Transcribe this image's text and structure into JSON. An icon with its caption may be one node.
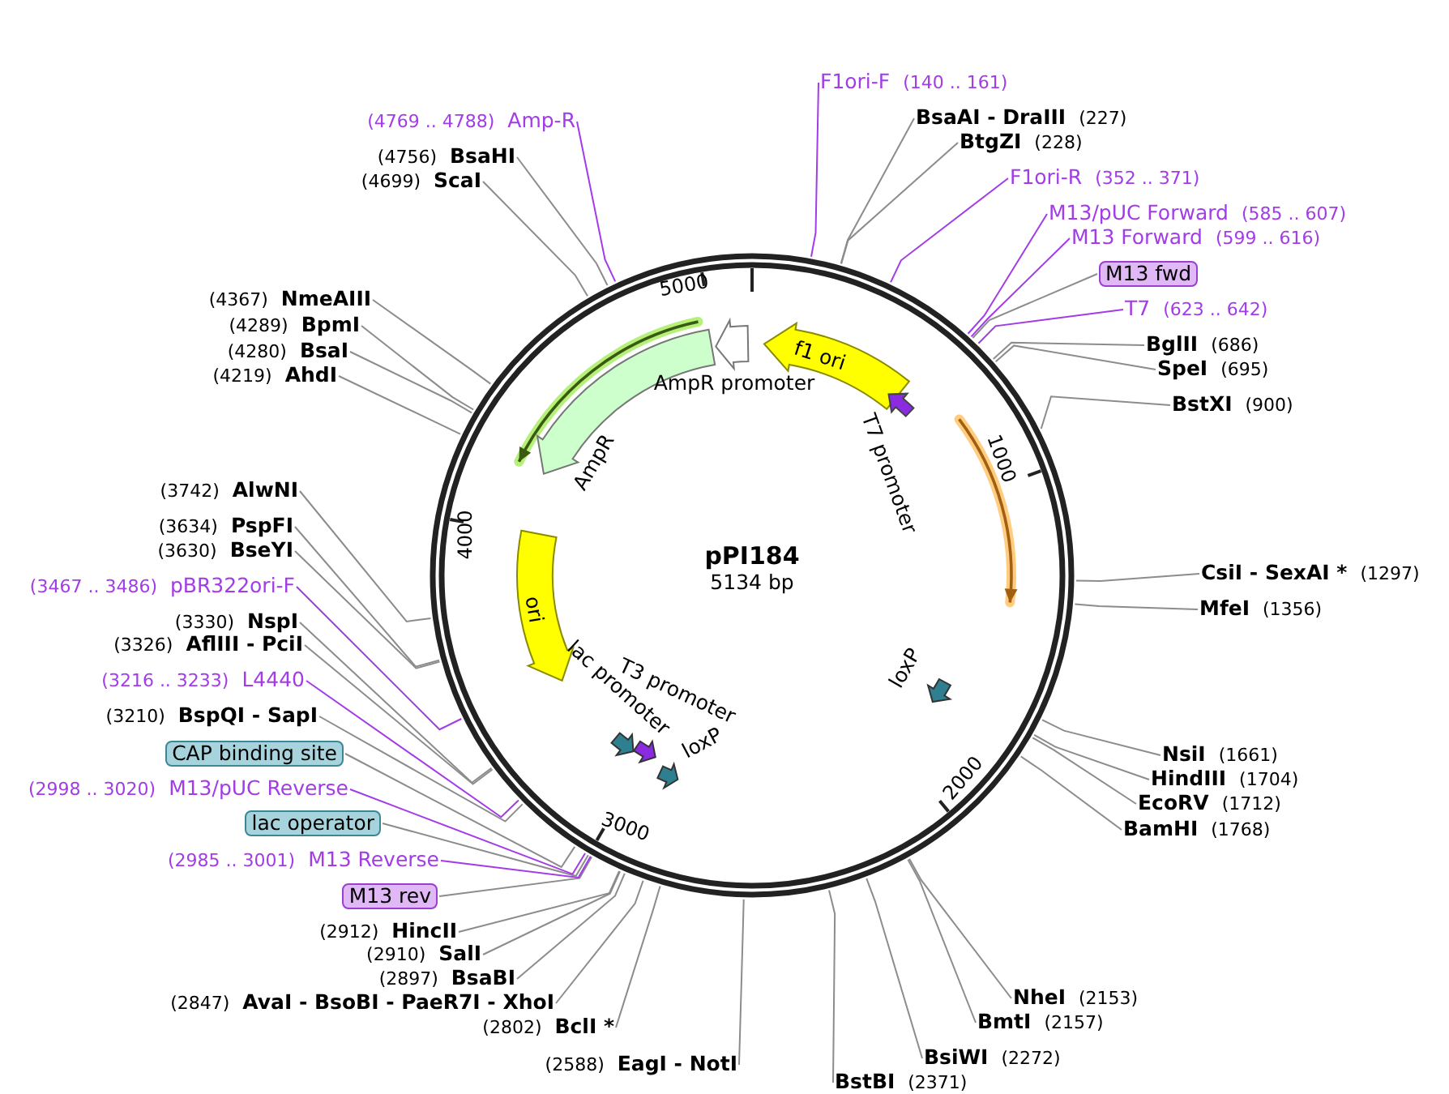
{
  "diagram": {
    "nodes": [
      {
        "text": [
          "F1ori-F",
          "(140 .. 161)"
        ]
      },
      {
        "text": [
          "BsaAI - DraIII",
          "(227)"
        ]
      },
      {
        "text": [
          "BtgZI",
          "(228)"
        ]
      },
      {
        "text": [
          "F1ori-R",
          "(352 .. 371)"
        ]
      },
      {
        "text": [
          "M13/pUC Forward",
          "(585 .. 607)"
        ]
      },
      {
        "text": [
          "M13 Forward",
          "(599 .. 616)"
        ]
      },
      {
        "text": [
          "M13 fwd"
        ]
      },
      {
        "text": [
          "T7",
          "(623 .. 642)"
        ]
      },
      {
        "text": [
          "BglII",
          "(686)"
        ]
      },
      {
        "text": [
          "SpeI",
          "(695)"
        ]
      },
      {
        "text": [
          "BstXI",
          "(900)"
        ]
      },
      {
        "text": [
          "CsiI - SexAI *",
          "(1297)"
        ]
      },
      {
        "text": [
          "MfeI",
          "(1356)"
        ]
      },
      {
        "text": [
          "NsiI",
          "(1661)"
        ]
      },
      {
        "text": [
          "HindIII",
          "(1704)"
        ]
      },
      {
        "text": [
          "EcoRV",
          "(1712)"
        ]
      },
      {
        "text": [
          "BamHI",
          "(1768)"
        ]
      },
      {
        "text": [
          "NheI",
          "(2153)"
        ]
      },
      {
        "text": [
          "BmtI",
          "(2157)"
        ]
      },
      {
        "text": [
          "BsiWI",
          "(2272)"
        ]
      },
      {
        "text": [
          "BstBI",
          "(2371)"
        ]
      },
      {
        "text": [
          "(2588)",
          "EagI - NotI"
        ]
      },
      {
        "text": [
          "(2802)",
          "BclI *"
        ]
      },
      {
        "text": [
          "(2847)",
          "AvaI - BsoBI - PaeR7I - XhoI"
        ]
      },
      {
        "text": [
          "(2897)",
          "BsaBI"
        ]
      },
      {
        "text": [
          "(2910)",
          "SalI"
        ]
      },
      {
        "text": [
          "(2912)",
          "HincII"
        ]
      },
      {
        "text": [
          "M13 rev"
        ]
      },
      {
        "text": [
          "(2985 .. 3001)",
          "M13 Reverse"
        ]
      },
      {
        "text": [
          "lac operator"
        ]
      },
      {
        "text": [
          "(2998 .. 3020)",
          "M13/pUC Reverse"
        ]
      },
      {
        "text": [
          "CAP binding site"
        ]
      },
      {
        "text": [
          "(3210)",
          "BspQI - SapI"
        ]
      },
      {
        "text": [
          "(3216 .. 3233)",
          "L4440"
        ]
      },
      {
        "text": [
          "(3326)",
          "AflIII - PciI"
        ]
      },
      {
        "text": [
          "(3330)",
          "NspI"
        ]
      },
      {
        "text": [
          "(3467 .. 3486)",
          "pBR322ori-F"
        ]
      },
      {
        "text": [
          "(3630)",
          "BseYI"
        ]
      },
      {
        "text": [
          "(3634)",
          "PspFI"
        ]
      },
      {
        "text": [
          "(3742)",
          "AlwNI"
        ]
      },
      {
        "text": [
          "(4219)",
          "AhdI"
        ]
      },
      {
        "text": [
          "(4280)",
          "BsaI"
        ]
      },
      {
        "text": [
          "(4289)",
          "BpmI"
        ]
      },
      {
        "text": [
          "(4367)",
          "NmeAIII"
        ]
      },
      {
        "text": [
          "(4699)",
          "ScaI"
        ]
      },
      {
        "text": [
          "(4756)",
          "BsaHI"
        ]
      },
      {
        "text": [
          "(4769 .. 4788)",
          "Amp-R"
        ]
      },
      {
        "text": [
          "f1 ori"
        ]
      },
      {
        "text": [
          "AmpR promoter"
        ]
      },
      {
        "text": [
          "AmpR"
        ]
      },
      {
        "text": [
          "ori"
        ]
      },
      {
        "text": [
          "T7 promoter"
        ]
      },
      {
        "text": [
          "lac promoter"
        ]
      },
      {
        "text": [
          "T3 promoter"
        ]
      },
      {
        "text": [
          "loxP"
        ]
      },
      {
        "text": [
          "loxP"
        ]
      }
    ],
    "edges": [
      {
        "from": 0,
        "to": null,
        "arrow": "none",
        "color": "#a23be8"
      },
      {
        "from": 1,
        "to": null,
        "arrow": "none"
      },
      {
        "from": 2,
        "to": null,
        "arrow": "none"
      },
      {
        "from": 3,
        "to": null,
        "arrow": "none",
        "color": "#a23be8"
      },
      {
        "from": 4,
        "to": null,
        "arrow": "none",
        "color": "#a23be8"
      },
      {
        "from": 5,
        "to": null,
        "arrow": "none",
        "color": "#a23be8"
      },
      {
        "from": 6,
        "to": null,
        "arrow": "none"
      },
      {
        "from": 7,
        "to": null,
        "arrow": "none",
        "color": "#a23be8"
      },
      {
        "from": 8,
        "to": null,
        "arrow": "none"
      },
      {
        "from": 9,
        "to": null,
        "arrow": "none"
      },
      {
        "from": 10,
        "to": null,
        "arrow": "none"
      },
      {
        "from": 11,
        "to": null,
        "arrow": "none"
      },
      {
        "from": 12,
        "to": null,
        "arrow": "none"
      },
      {
        "from": 13,
        "to": null,
        "arrow": "none"
      },
      {
        "from": 14,
        "to": null,
        "arrow": "none"
      },
      {
        "from": 15,
        "to": null,
        "arrow": "none"
      },
      {
        "from": 16,
        "to": null,
        "arrow": "none"
      },
      {
        "from": 17,
        "to": null,
        "arrow": "none"
      },
      {
        "from": 18,
        "to": null,
        "arrow": "none"
      },
      {
        "from": 19,
        "to": null,
        "arrow": "none"
      },
      {
        "from": 20,
        "to": null,
        "arrow": "none"
      },
      {
        "from": 21,
        "to": null,
        "arrow": "none"
      },
      {
        "from": 22,
        "to": null,
        "arrow": "none"
      },
      {
        "from": 23,
        "to": null,
        "arrow": "none"
      },
      {
        "from": 24,
        "to": null,
        "arrow": "none"
      },
      {
        "from": 25,
        "to": null,
        "arrow": "none"
      },
      {
        "from": 26,
        "to": null,
        "arrow": "none"
      },
      {
        "from": 27,
        "to": null,
        "arrow": "none"
      },
      {
        "from": 28,
        "to": null,
        "arrow": "none",
        "color": "#a23be8"
      },
      {
        "from": 29,
        "to": null,
        "arrow": "none"
      },
      {
        "from": 30,
        "to": null,
        "arrow": "none",
        "color": "#a23be8"
      },
      {
        "from": 31,
        "to": null,
        "arrow": "none"
      },
      {
        "from": 32,
        "to": null,
        "arrow": "none"
      },
      {
        "from": 33,
        "to": null,
        "arrow": "none",
        "color": "#a23be8"
      },
      {
        "from": 34,
        "to": null,
        "arrow": "none"
      },
      {
        "from": 35,
        "to": null,
        "arrow": "none"
      },
      {
        "from": 36,
        "to": null,
        "arrow": "none",
        "color": "#a23be8"
      },
      {
        "from": 37,
        "to": null,
        "arrow": "none"
      },
      {
        "from": 38,
        "to": null,
        "arrow": "none"
      },
      {
        "from": 39,
        "to": null,
        "arrow": "none"
      },
      {
        "from": 40,
        "to": null,
        "arrow": "none"
      },
      {
        "from": 41,
        "to": null,
        "arrow": "none"
      },
      {
        "from": 42,
        "to": null,
        "arrow": "none"
      },
      {
        "from": 43,
        "to": null,
        "arrow": "none"
      },
      {
        "from": 44,
        "to": null,
        "arrow": "none"
      },
      {
        "from": 45,
        "to": null,
        "arrow": "none"
      },
      {
        "from": 46,
        "to": null,
        "arrow": "none",
        "color": "#a23be8"
      }
    ],
    "labels": [
      "5000",
      "1000",
      "pPI184",
      "5134 bp",
      "4000",
      "2000",
      "3000"
    ]
  }
}
